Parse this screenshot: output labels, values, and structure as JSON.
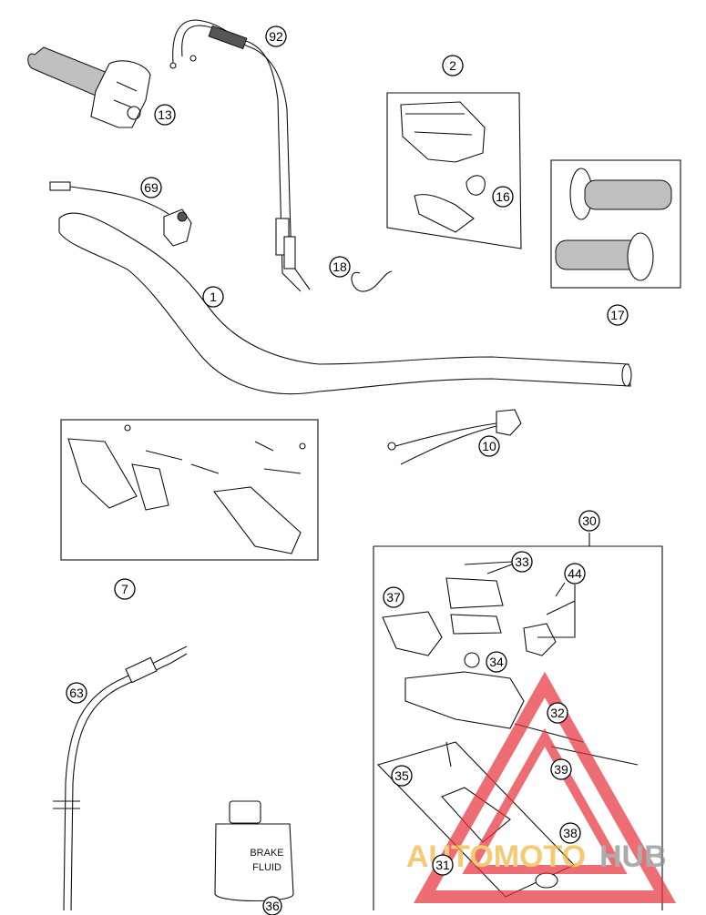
{
  "callouts": [
    "1",
    "2",
    "7",
    "10",
    "13",
    "16",
    "17",
    "18",
    "30",
    "31",
    "32",
    "33",
    "34",
    "35",
    "36",
    "37",
    "38",
    "39",
    "44",
    "63",
    "69",
    "92"
  ],
  "bottle_label": [
    "BRAKE",
    "FLUID"
  ],
  "watermark": {
    "word_1": "AUTOMOTO",
    "word_2": "HUB",
    "color_1": "#f0b43c",
    "color_2": "#8a8a8a",
    "triangle_color": "#e8303a"
  }
}
